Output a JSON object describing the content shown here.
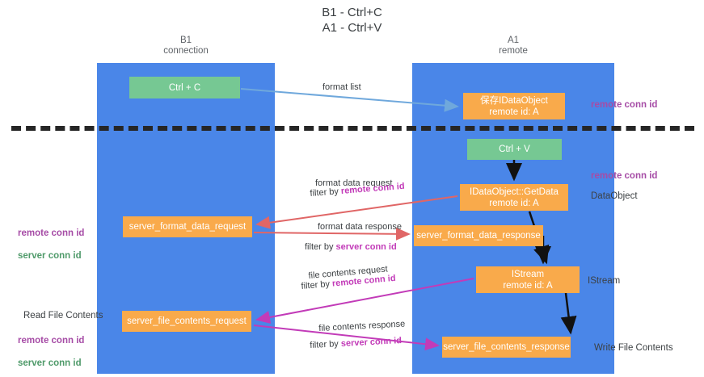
{
  "title": "B1 - Ctrl+C\nA1 - Ctrl+V",
  "columns": {
    "left": {
      "name": "B1",
      "role": "connection",
      "label": "B1\nconnection"
    },
    "right": {
      "name": "A1",
      "role": "remote",
      "label": "A1\nremote"
    }
  },
  "colors": {
    "lane": "#4a86e8",
    "node_green": "#76c893",
    "node_orange": "#f9aa4b",
    "separator": "#262626",
    "accent_purple": "#a64ca6",
    "accent_green": "#4f9a6a",
    "edge_blue": "#6fa8dc",
    "edge_red": "#e06666",
    "edge_magenta": "#c23bb8",
    "edge_black": "#000000",
    "text": "#3c4043"
  },
  "nodes": {
    "ctrl_c": {
      "label": "Ctrl + C",
      "kind": "green"
    },
    "save_idataobject": {
      "label": "保存IDataObject\nremote id: A",
      "kind": "orange"
    },
    "ctrl_v": {
      "label": "Ctrl + V",
      "kind": "green"
    },
    "getdata": {
      "label": "IDataObject::GetData\nremote id: A",
      "kind": "orange"
    },
    "server_format_data_request": {
      "label": "server_format_data_request",
      "kind": "orange"
    },
    "server_format_data_response": {
      "label": "server_format_data_response",
      "kind": "orange"
    },
    "istream": {
      "label": "IStream\nremote id: A",
      "kind": "orange"
    },
    "server_file_contents_request": {
      "label": "server_file_contents_request",
      "kind": "orange"
    },
    "server_file_contents_response": {
      "label": "server_file_contents_response",
      "kind": "orange"
    }
  },
  "edge_labels": {
    "format_list": "format list",
    "format_data_request": "format data request",
    "filter_by_prefix": "filter by ",
    "remote_conn_id": "remote conn id",
    "server_conn_id": "server conn id",
    "format_data_response": "format data response",
    "file_contents_request": "file contents request",
    "file_contents_response": "file contents response"
  },
  "annotations": {
    "right": {
      "remote_conn_id_top": "remote conn id",
      "remote_conn_id_mid": "remote conn id",
      "dataobject": "DataObject",
      "istream": "IStream",
      "write_file_contents": "Write File Contents"
    },
    "left": {
      "remote_conn_id": "remote conn id",
      "server_conn_id": "server conn id",
      "read_file_contents": "Read File Contents",
      "remote_conn_id_2": "remote conn id",
      "server_conn_id_2": "server conn id"
    }
  }
}
